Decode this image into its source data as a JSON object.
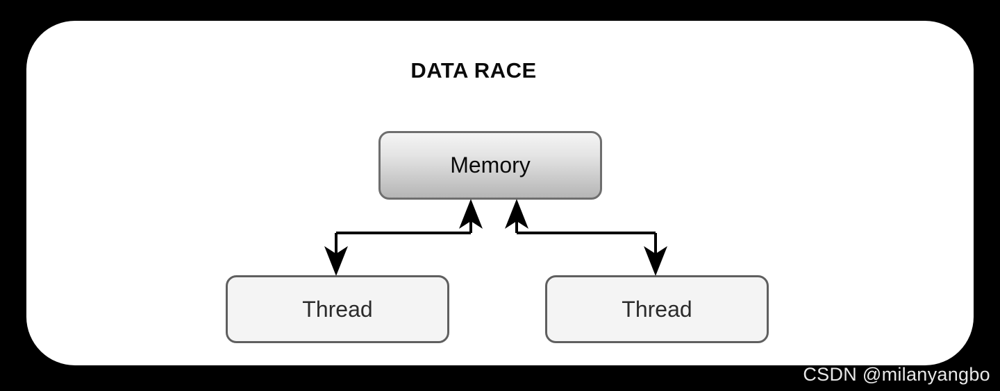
{
  "canvas": {
    "background_color": "#000000",
    "card_color": "#ffffff"
  },
  "title": "DATA RACE",
  "diagram": {
    "type": "flow-diagram",
    "nodes": [
      {
        "id": "memory",
        "label": "Memory",
        "shape": "rounded-rectangle",
        "fill": "vertical-gradient",
        "fill_top": "#f3f3f3",
        "fill_bottom": "#b8b8b8",
        "border_color": "#6e6e6e"
      },
      {
        "id": "thread-left",
        "label": "Thread",
        "shape": "rounded-rectangle",
        "fill": "#f4f4f4",
        "border_color": "#5f5f5f"
      },
      {
        "id": "thread-right",
        "label": "Thread",
        "shape": "rounded-rectangle",
        "fill": "#f4f4f4",
        "border_color": "#5f5f5f"
      }
    ],
    "edges": [
      {
        "id": "edge-memory-thread-left",
        "from": "thread-left",
        "to": "memory",
        "style": "orthogonal",
        "arrowheads": "both",
        "color": "#000000"
      },
      {
        "id": "edge-memory-thread-right",
        "from": "thread-right",
        "to": "memory",
        "style": "orthogonal",
        "arrowheads": "both",
        "color": "#000000"
      }
    ]
  },
  "watermark": "CSDN @milanyangbo"
}
